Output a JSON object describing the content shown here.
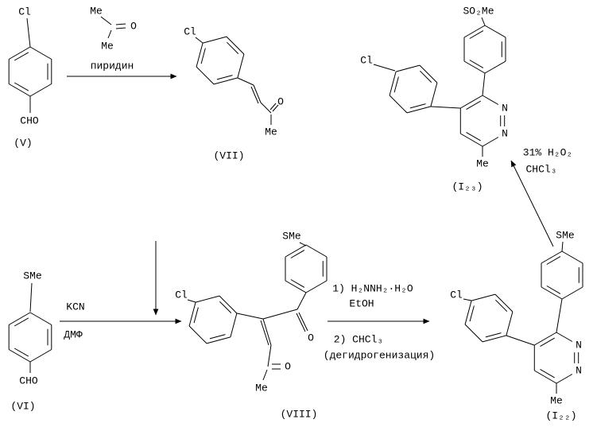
{
  "colors": {
    "ink": "#000000",
    "background": "#ffffff"
  },
  "compounds": {
    "V": {
      "top": "Cl",
      "bottom": "CHO",
      "label": "(V)"
    },
    "VII": {
      "cl": "Cl",
      "o": "O",
      "me": "Me",
      "label": "(VII)"
    },
    "VI": {
      "top": "SMe",
      "bottom": "CHO",
      "label": "(VI)"
    },
    "VIII": {
      "cl": "Cl",
      "sme": "SMe",
      "o_upper": "O",
      "o_lower": "O",
      "me": "Me",
      "label": "(VIII)"
    },
    "I22": {
      "sme": "SMe",
      "cl": "Cl",
      "n_upper": "N",
      "n_lower": "N",
      "me": "Me",
      "label": "(I₂₂)"
    },
    "I23": {
      "so2me": "SO₂Me",
      "cl": "Cl",
      "n_upper": "N",
      "n_lower": "N",
      "me": "Me",
      "label": "(I₂₃)"
    }
  },
  "reagents": {
    "acetone": {
      "me_top": "Me",
      "o": "O",
      "me_bottom": "Me"
    },
    "step1": {
      "solvent": "пиридин"
    },
    "step2": {
      "above_arrow": "KCN",
      "below_arrow": "ДМФ"
    },
    "step3": {
      "line1": "1) H₂NNH₂·H₂O",
      "line2": "EtOH",
      "line3": "2) CHCl₃",
      "line4": "(дегидрогенизация)"
    },
    "step4": {
      "line1": "31% H₂O₂",
      "line2": "CHCl₃"
    }
  }
}
